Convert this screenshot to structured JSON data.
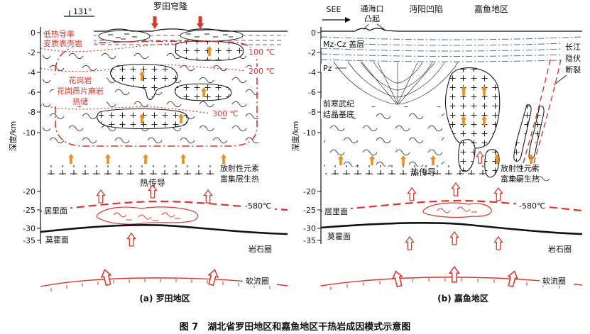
{
  "caption": "图 7　湖北省罗田地区和嘉鱼地区干热岩成因模式示意图",
  "colors": {
    "red": "#df352b",
    "orange": "#ee8d1c",
    "caprock_blue": "#4a74a8"
  },
  "panel_a": {
    "title": "(a) 罗田地区",
    "strike_angle": "131°",
    "dome": "罗田穹隆",
    "low_conductivity": [
      "低热导率",
      "变质表壳岩"
    ],
    "depth_label": "深度/km",
    "ticks": [
      "0",
      "-2",
      "-4",
      "-6",
      "-8",
      "-10",
      "-20",
      "-25",
      "-30",
      "-35"
    ],
    "isotherms": [
      "100 ℃",
      "200 ℃",
      "300 ℃"
    ],
    "reservoir": [
      "花岗岩",
      "花岗质片麻岩",
      "热储"
    ],
    "radiogenic": [
      "放射性元素",
      "富集层生热"
    ],
    "conduction": "热传导",
    "curie": "居里面",
    "curie_temp": "-580℃",
    "moho": "莫霍面",
    "lithosphere": "岩石圈",
    "asthenosphere": "软流圈"
  },
  "panel_b": {
    "title": "(b) 嘉鱼地区",
    "direction": "SEE",
    "uplift": [
      "通海口",
      "凸起"
    ],
    "depression": "沔阳凹陷",
    "area": "嘉鱼地区",
    "caprock": "Mz-Cz 盖层",
    "pz": "Pz",
    "fault": [
      "长江",
      "隐伏",
      "断裂"
    ],
    "basement": [
      "前寒武纪",
      "结晶基底"
    ],
    "depth_label": "深度/km",
    "ticks": [
      "0",
      "-2",
      "-4",
      "-6",
      "-8",
      "-10",
      "-20",
      "-25",
      "-30",
      "-35"
    ],
    "radiogenic": [
      "放射性元素",
      "富集层生热"
    ],
    "conduction": "热传导",
    "curie": "居里面",
    "curie_temp": "-580℃",
    "moho": "莫霍面",
    "lithosphere": "岩石圈",
    "asthenosphere": "软流圈"
  }
}
